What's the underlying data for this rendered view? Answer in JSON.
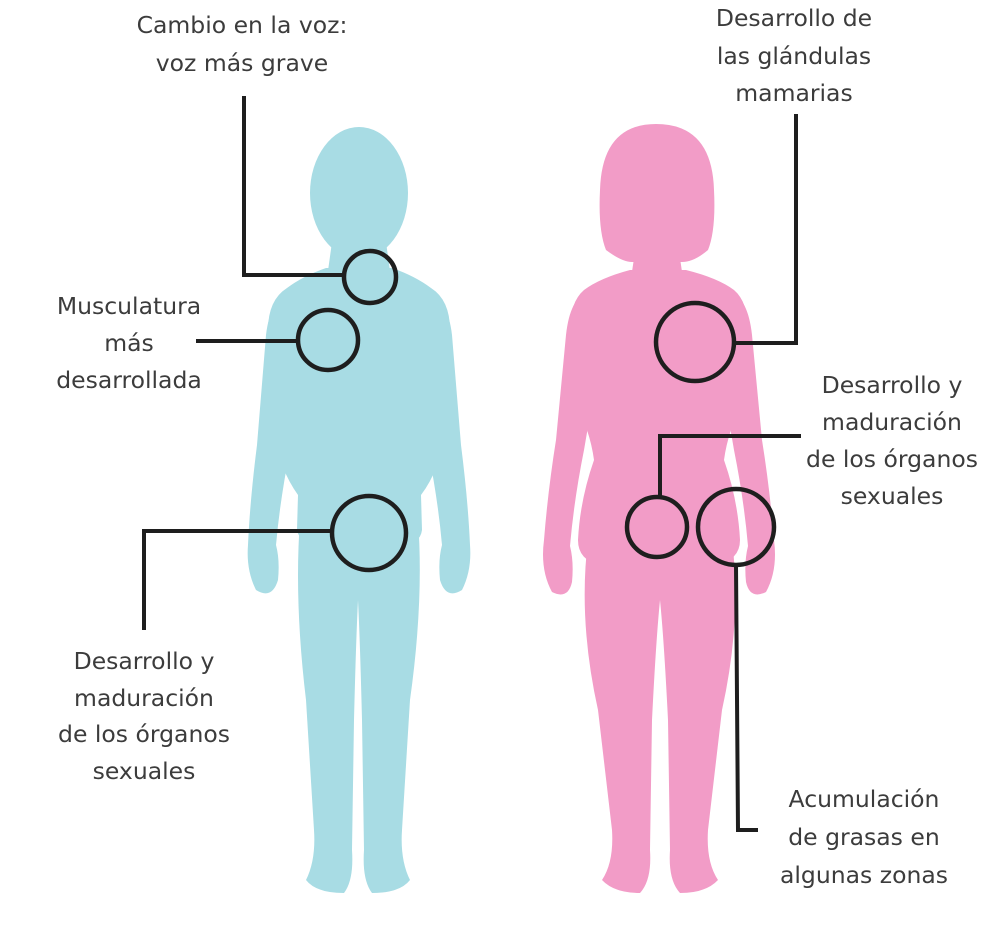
{
  "colors": {
    "male_body": "#a8dce4",
    "female_body": "#f29cc7",
    "outline": "#1e1e1e",
    "text": "#3c3c3c",
    "background": "#ffffff"
  },
  "male": {
    "voice": [
      "Cambio en la voz:",
      "voz más grave"
    ],
    "muscles": [
      "Musculatura",
      "más",
      "desarrollada"
    ],
    "organs": [
      "Desarrollo y",
      "maduración",
      "de los órganos",
      "sexuales"
    ]
  },
  "female": {
    "mammary": [
      "Desarrollo de",
      "las glándulas",
      "mamarias"
    ],
    "organs": [
      "Desarrollo y",
      "maduración",
      "de los órganos",
      "sexuales"
    ],
    "fat": [
      "Acumulación",
      "de grasas en",
      "algunas zonas"
    ]
  }
}
